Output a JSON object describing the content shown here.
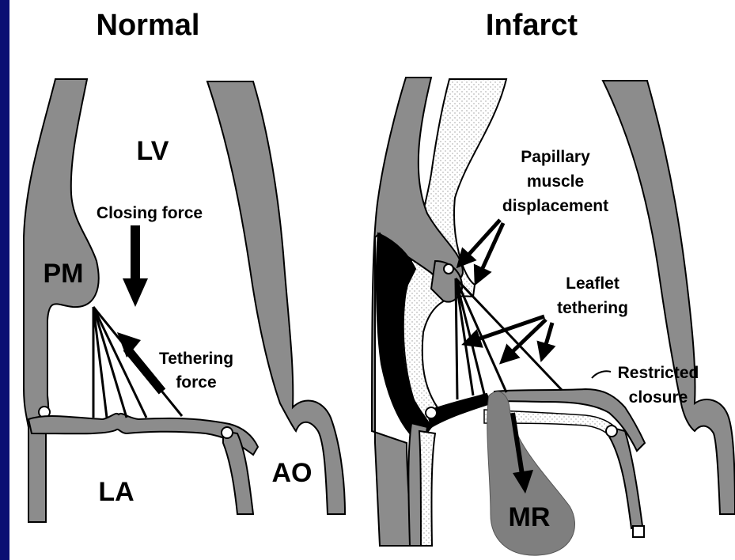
{
  "panels": {
    "normal": {
      "title": "Normal",
      "lv": "LV",
      "pm": "PM",
      "la": "LA",
      "ao": "AO",
      "closing_force": "Closing force",
      "tethering_force_1": "Tethering",
      "tethering_force_2": "force"
    },
    "infarct": {
      "title": "Infarct",
      "papillary_1": "Papillary",
      "papillary_2": "muscle",
      "papillary_3": "displacement",
      "leaflet_1": "Leaflet",
      "leaflet_2": "tethering",
      "restricted_1": "Restricted",
      "restricted_2": "closure",
      "mr": "MR"
    }
  },
  "colors": {
    "background": "#0a0f73",
    "panel": "#ffffff",
    "tissue": "#8c8c8c",
    "infarct": "#000000",
    "regurgitant_jet": "#7f7f7f"
  }
}
